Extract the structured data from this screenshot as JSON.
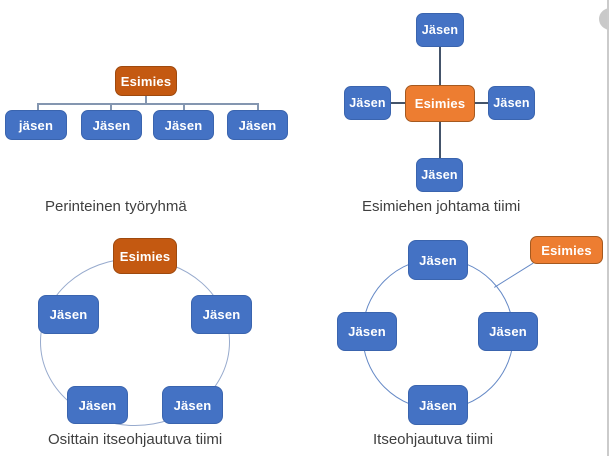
{
  "diagrams": [
    {
      "id": "traditional-workgroup",
      "caption": "Perinteinen työryhmä",
      "manager": "Esimies",
      "members": [
        "jäsen",
        "Jäsen",
        "Jäsen",
        "Jäsen"
      ]
    },
    {
      "id": "manager-led-team",
      "caption": "Esimiehen johtama tiimi",
      "manager": "Esimies",
      "members": [
        "Jäsen",
        "Jäsen",
        "Jäsen",
        "Jäsen"
      ]
    },
    {
      "id": "partially-self-directed-team",
      "caption": "Osittain itseohjautuva tiimi",
      "manager": "Esimies",
      "members": [
        "Jäsen",
        "Jäsen",
        "Jäsen",
        "Jäsen"
      ]
    },
    {
      "id": "self-directed-team",
      "caption": "Itseohjautuva tiimi",
      "manager": "Esimies",
      "members": [
        "Jäsen",
        "Jäsen",
        "Jäsen",
        "Jäsen"
      ]
    }
  ],
  "colors": {
    "member_fill": "#4472C4",
    "member_border": "#3A64AE",
    "manager_dark_fill": "#C45911",
    "manager_dark_border": "#9E490E",
    "manager_bright_fill": "#ED7D31",
    "manager_bright_border": "#A5591F",
    "connector_light": "#8496B0",
    "connector_dark": "#44546A",
    "circle_light": "#97AACD",
    "circle_medium": "#6589C6",
    "caption_text": "#3F3F3F"
  }
}
